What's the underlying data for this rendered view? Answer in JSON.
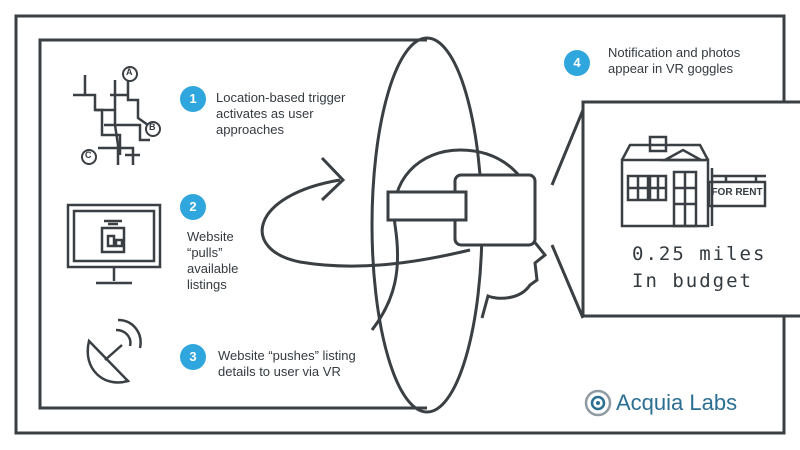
{
  "steps": [
    {
      "number": "1",
      "lines": [
        "Location-based trigger",
        "activates as user",
        "approaches"
      ]
    },
    {
      "number": "2",
      "lines": [
        "Website",
        "“pulls”",
        "available",
        "listings"
      ]
    },
    {
      "number": "3",
      "lines": [
        "Website “pushes” listing",
        "details to user via VR"
      ]
    },
    {
      "number": "4",
      "lines": [
        "Notification and photos",
        "appear in VR goggles"
      ]
    }
  ],
  "map_markers": [
    "A",
    "B",
    "C"
  ],
  "sign_text": "FOR RENT",
  "vr_display": {
    "line1": "0.25 miles",
    "line2": "In budget"
  },
  "logo": {
    "brand": "Acquia",
    "suffix": "Labs"
  },
  "colors": {
    "accent": "#2fa6de",
    "stroke": "#3a3f44",
    "logo": "#2b6f92"
  }
}
